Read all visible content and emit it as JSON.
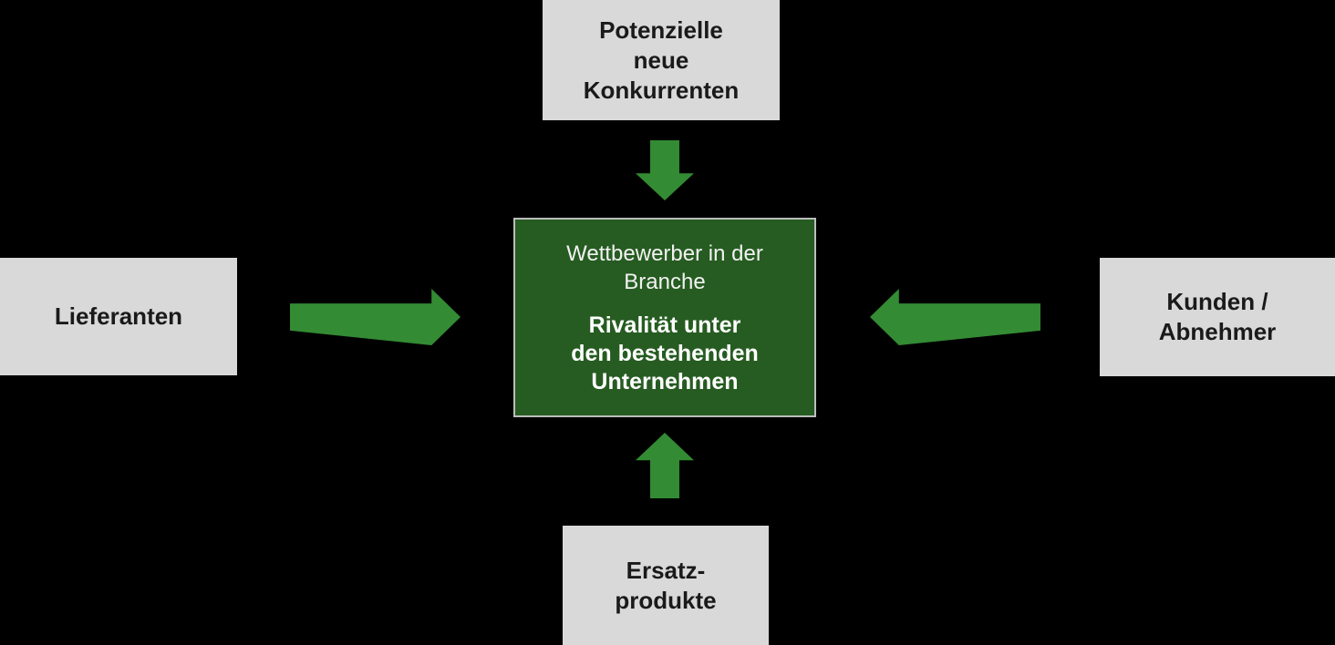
{
  "diagram": {
    "type": "five-forces",
    "colors": {
      "background": "#000000",
      "node_fill": "#d9d9d9",
      "node_text": "#1a1a1a",
      "arrow_green": "#338b33",
      "center_fill": "#265c21",
      "center_border": "#bdbdbd",
      "center_text": "#ffffff"
    },
    "nodes": {
      "top": {
        "label": "Potenzielle\nneue\nKonkurrenten"
      },
      "left": {
        "label": "Lieferanten"
      },
      "right": {
        "label": "Kunden /\nAbnehmer"
      },
      "bottom": {
        "label": "Ersatz-\nprodukte"
      }
    },
    "center": {
      "heading": "Wettbewerber in der\nBranche",
      "subheading": "Rivalität unter\nden bestehenden\nUnternehmen"
    },
    "arrows": [
      {
        "name": "arrow-down",
        "from": "top",
        "to": "center",
        "direction": "down"
      },
      {
        "name": "arrow-right",
        "from": "left",
        "to": "center",
        "direction": "right"
      },
      {
        "name": "arrow-left",
        "from": "right",
        "to": "center",
        "direction": "left"
      },
      {
        "name": "arrow-up",
        "from": "bottom",
        "to": "center",
        "direction": "up"
      }
    ]
  }
}
